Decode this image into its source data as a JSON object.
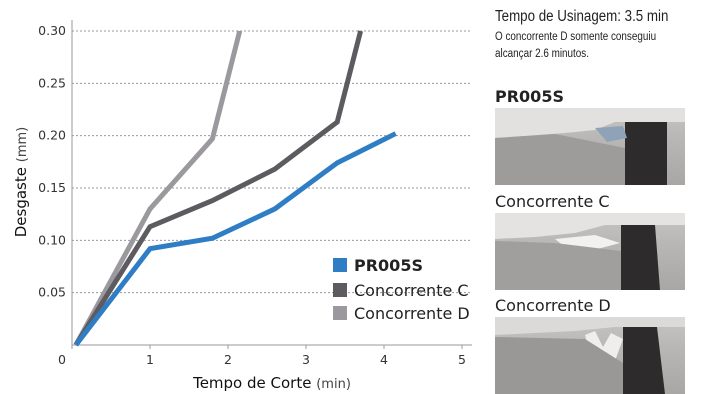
{
  "chart_data": {
    "type": "line",
    "xlabel": "Tempo de Corte",
    "xlabel_unit": "(min)",
    "ylabel": "Desgaste",
    "ylabel_unit": "(mm)",
    "xlim": [
      0,
      5
    ],
    "ylim": [
      0,
      0.3
    ],
    "x_ticks": [
      "0",
      "1",
      "2",
      "3",
      "4",
      "5"
    ],
    "y_ticks": [
      "0.05",
      "0.10",
      "0.15",
      "0.20",
      "0.25",
      "0.30"
    ],
    "grid": "horizontal dotted",
    "legend_position": "bottom-right",
    "series": [
      {
        "name": "PR005S",
        "color": "#2f7ec5",
        "bold": true,
        "x": [
          0.05,
          1.0,
          1.8,
          2.6,
          3.4,
          4.15
        ],
        "y": [
          0.0,
          0.092,
          0.102,
          0.13,
          0.174,
          0.202
        ]
      },
      {
        "name": "Concorrente C",
        "color": "#5d5b5f",
        "bold": false,
        "x": [
          0.05,
          1.0,
          1.8,
          2.6,
          3.4,
          3.7
        ],
        "y": [
          0.0,
          0.113,
          0.138,
          0.168,
          0.213,
          0.3
        ]
      },
      {
        "name": "Concorrente D",
        "color": "#9b999e",
        "bold": false,
        "x": [
          0.05,
          1.0,
          1.8,
          2.15
        ],
        "y": [
          0.0,
          0.13,
          0.197,
          0.3
        ]
      }
    ]
  },
  "panel": {
    "heading": "Tempo de Usinagem: 3.5 min",
    "note_line1": "O concorrente D somente conseguiu",
    "note_line2": "alcançar 2.6 minutos."
  },
  "photos": [
    {
      "label": "PR005S",
      "bold": true
    },
    {
      "label": "Concorrente C",
      "bold": false
    },
    {
      "label": "Concorrente D",
      "bold": false
    }
  ]
}
